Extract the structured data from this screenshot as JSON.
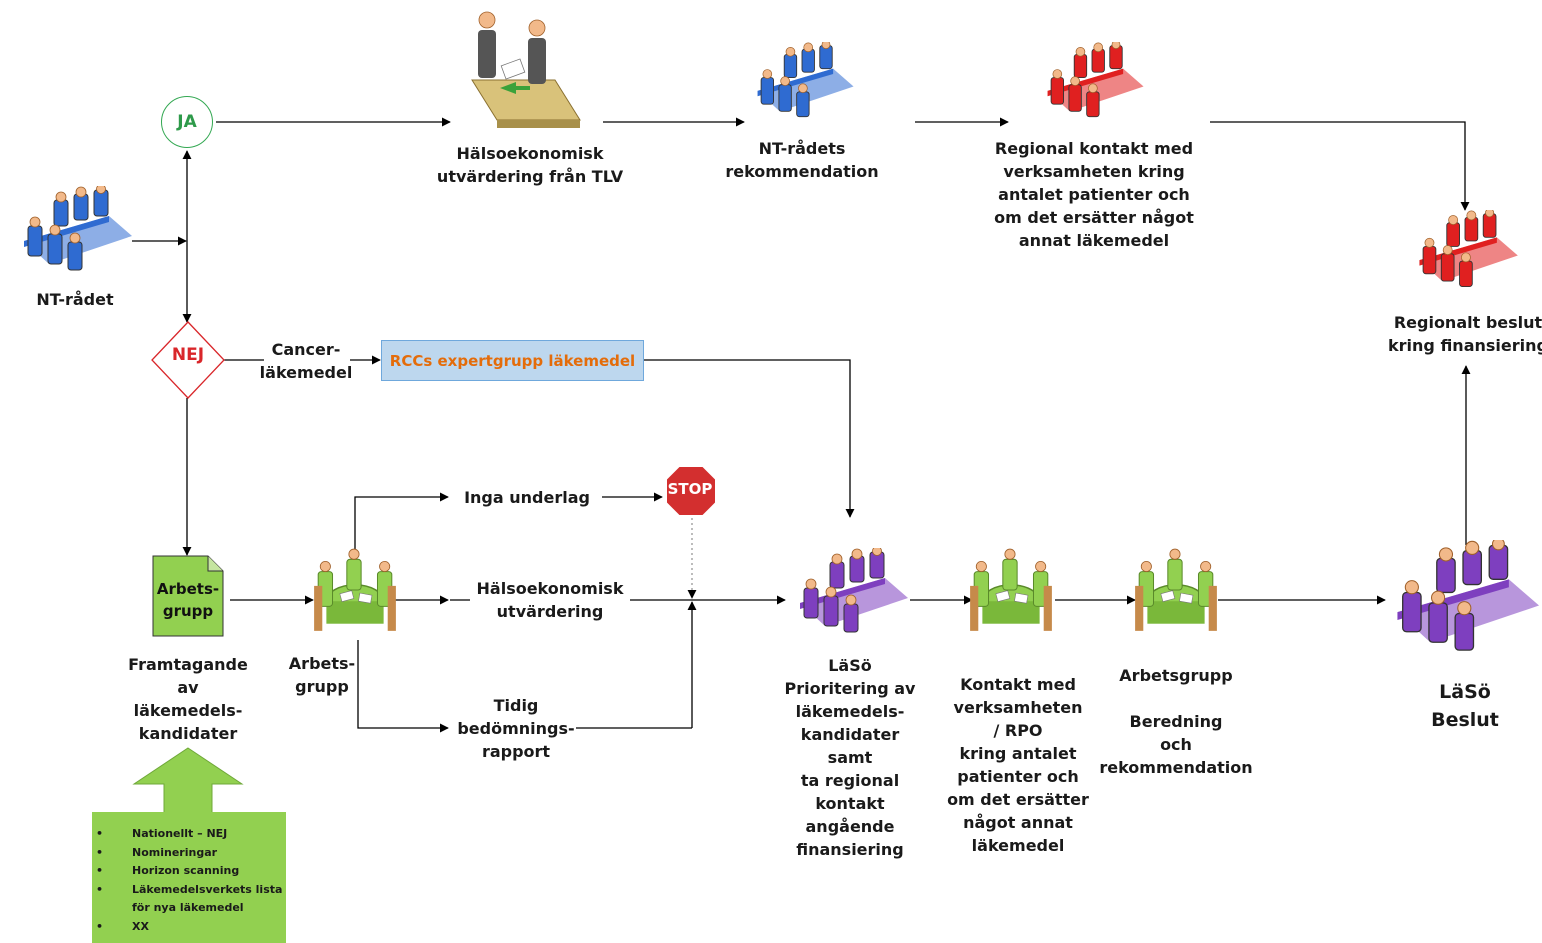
{
  "nodes": {
    "ja": "JA",
    "nej": "NEJ",
    "nt_radet": "NT-rådet",
    "halsoek_tlv": "Hälsoekonomisk\nutvärdering från TLV",
    "nt_rek": "NT-rådets\nrekommendation",
    "regional_kontakt": "Regional kontakt med\nverksamheten kring\nantalet patienter och\nom det ersätter något\nannat läkemedel",
    "regionalt_beslut": "Regionalt beslut\nkring finansiering",
    "cancer": "Cancer-\nläkemedel",
    "rcc": "RCCs expertgrupp läkemedel",
    "inga_underlag": "Inga underlag",
    "stop": "STOP",
    "halsoek": "Hälsoekonomisk\nutvärdering",
    "tidig": "Tidig\nbedömnings-\nrapport",
    "arbetsgrupp_doc": "Arbets-\ngrupp",
    "framtagande": "Framtagande\nav\nläkemedels-\nkandidater",
    "arbetsgrupp_icon": "Arbets-\ngrupp",
    "laso_prio": "LäSö\nPrioritering av\nläkemedels-\nkandidater\nsamt\nta regional\nkontakt\nangående\nfinansiering",
    "kontakt": "Kontakt med\nverksamheten\n/ RPO\nkring antalet\npatienter och\nom det ersätter\nnågot annat\nläkemedel",
    "arbetsgrupp_beredning": "Arbetsgrupp\n\nBeredning\noch\nrekommendation",
    "laso_beslut": "LäSö\nBeslut"
  },
  "inputs": [
    "Nationellt – NEJ",
    "Nomineringar",
    "Horizon scanning",
    "Läkemedelsverkets lista för nya läkemedel",
    "XX"
  ],
  "colors": {
    "ja": "#2e9a4a",
    "nej": "#d9262a",
    "rcc_text": "#e46c0a",
    "rcc_fill": "#bdd7ee",
    "green_fill": "#92d050",
    "blue_group": "#2f6bd1",
    "red_group": "#e02020",
    "purple_group": "#7e3fbf"
  },
  "icons": {
    "nt_group": "blue-meeting-icon",
    "tlv": "handshake-desk-icon",
    "nt_rek": "blue-meeting-icon",
    "regional": "red-meeting-icon",
    "regional_beslut": "red-meeting-icon",
    "arbetsgrupp": "green-meeting-icon",
    "laso": "purple-meeting-icon",
    "stop": "stop-sign-icon",
    "document": "document-icon"
  }
}
